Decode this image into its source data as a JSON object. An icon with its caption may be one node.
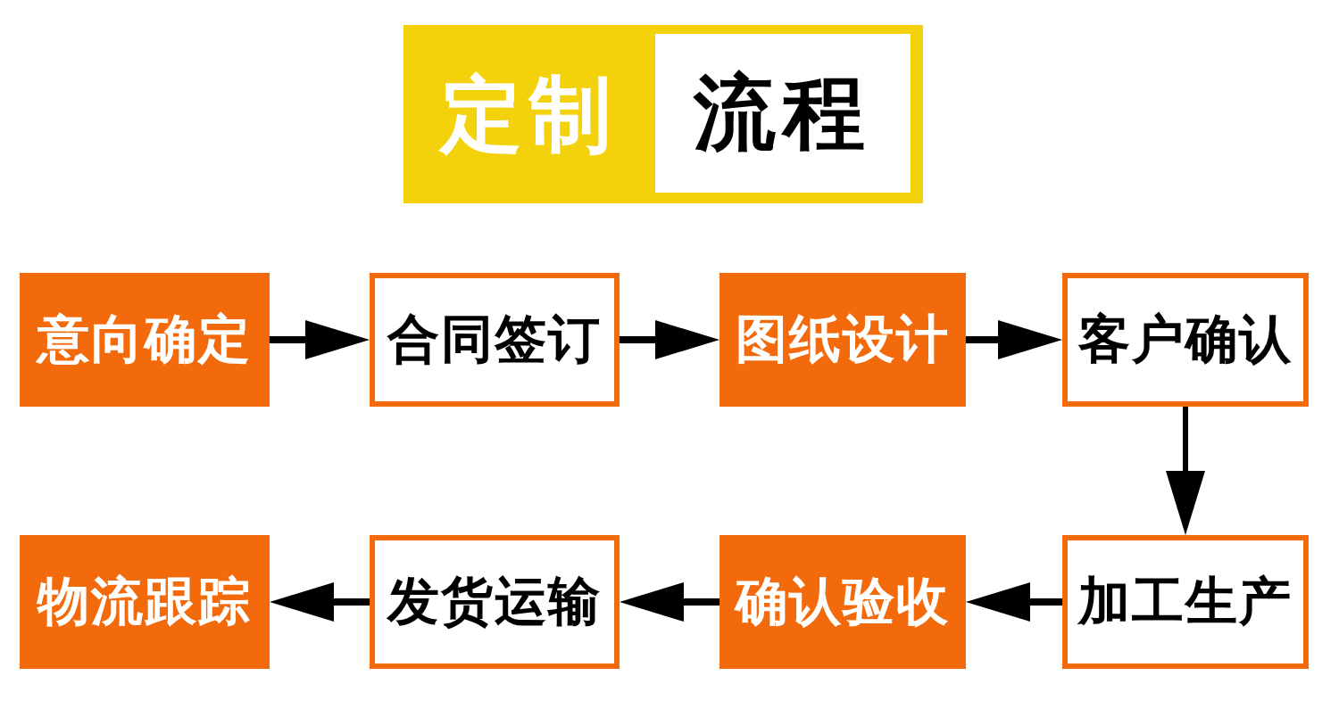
{
  "diagram": {
    "nodes": [
      {
        "text": [
          "定制"
        ]
      },
      {
        "text": [
          "流程"
        ],
        "in": 0
      },
      {
        "text": [
          "意向确定"
        ]
      },
      {
        "text": [
          "合同签订"
        ]
      },
      {
        "text": [
          "图纸设计"
        ]
      },
      {
        "text": [
          "客户确认"
        ]
      },
      {
        "text": [
          "物流跟踪"
        ]
      },
      {
        "text": [
          "发货运输"
        ]
      },
      {
        "text": [
          "确认验收"
        ]
      },
      {
        "text": [
          "加工生产"
        ]
      }
    ],
    "edges": [
      {
        "from": 2,
        "to": 3,
        "arrow": "to"
      },
      {
        "from": 3,
        "to": 4,
        "arrow": "to"
      },
      {
        "from": 4,
        "to": 5,
        "arrow": "to"
      },
      {
        "from": 5,
        "to": 9,
        "arrow": "to"
      },
      {
        "from": 9,
        "to": 8,
        "arrow": "to"
      },
      {
        "from": 8,
        "to": 7,
        "arrow": "to"
      },
      {
        "from": 7,
        "to": 6,
        "arrow": "to"
      }
    ]
  }
}
